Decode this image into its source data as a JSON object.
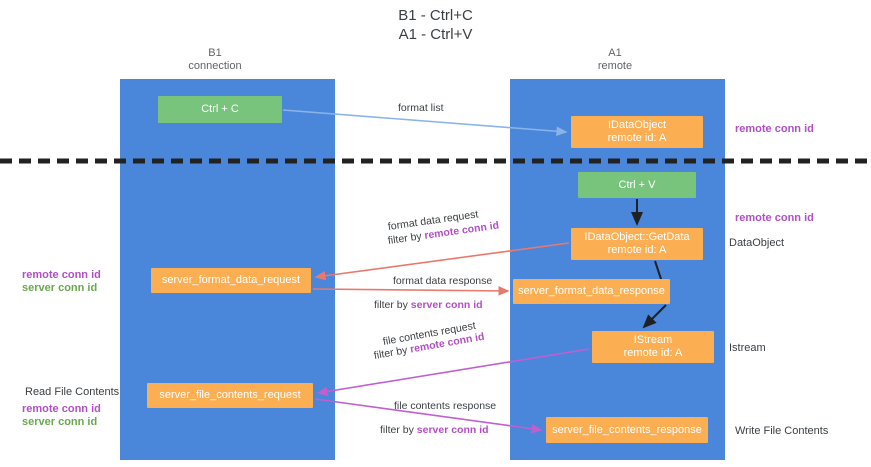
{
  "title": "B1 - Ctrl+C\nA1 - Ctrl+V",
  "colors": {
    "lane": "#4a86d9",
    "node_orange": "#fbae52",
    "node_green": "#78c47d",
    "accent_remote_conn_id": "#b14fc5",
    "accent_server_conn_id": "#6aa84f",
    "divider": "#222222",
    "arrow_blue": "#8ab4e8",
    "arrow_red": "#e8796e",
    "arrow_purple": "#c05fd0",
    "arrow_black": "#202124"
  },
  "columns": [
    {
      "id": "b1",
      "line1": "B1",
      "line2": "connection"
    },
    {
      "id": "a1",
      "line1": "A1",
      "line2": "remote"
    }
  ],
  "nodes": {
    "ctrl_c": {
      "line1": "Ctrl + C",
      "line2": ""
    },
    "idataobject": {
      "line1": "IDataObject",
      "line2": "remote id: A"
    },
    "ctrl_v": {
      "line1": "Ctrl + V",
      "line2": ""
    },
    "getdata": {
      "line1": "IDataObject::GetData",
      "line2": "remote id: A"
    },
    "server_format_data_request": {
      "line1": "server_format_data_request",
      "line2": ""
    },
    "server_format_data_response": {
      "line1": "server_format_data_response",
      "line2": ""
    },
    "istream": {
      "line1": "IStream",
      "line2": "remote id: A"
    },
    "server_file_contents_request": {
      "line1": "server_file_contents_request",
      "line2": ""
    },
    "server_file_contents_response": {
      "line1": "server_file_contents_response",
      "line2": ""
    }
  },
  "edge_labels": {
    "format_list": "format list",
    "format_data_request": "format data request",
    "format_data_request_filter_prefix": "filter by ",
    "format_data_request_filter_key": "remote conn id",
    "format_data_response": "format data response",
    "format_data_response_filter_prefix": "filter by ",
    "format_data_response_filter_key": "server conn id",
    "file_contents_request": "file contents request",
    "file_contents_request_filter_prefix": "filter by ",
    "file_contents_request_filter_key": "remote conn id",
    "file_contents_response": "file contents response",
    "file_contents_response_filter_prefix": "filter by ",
    "file_contents_response_filter_key": "server conn id"
  },
  "annotations": {
    "right_remote_conn_id_top": "remote conn id",
    "right_remote_conn_id_mid": "remote conn id",
    "dataobject": "DataObject",
    "istream": "Istream",
    "write_file_contents": "Write File Contents",
    "left_remote_conn_id_top": "remote conn id",
    "left_server_conn_id_top": "server conn id",
    "read_file_contents": "Read File Contents",
    "left_remote_conn_id_bottom": "remote conn id",
    "left_server_conn_id_bottom": "server conn id"
  }
}
